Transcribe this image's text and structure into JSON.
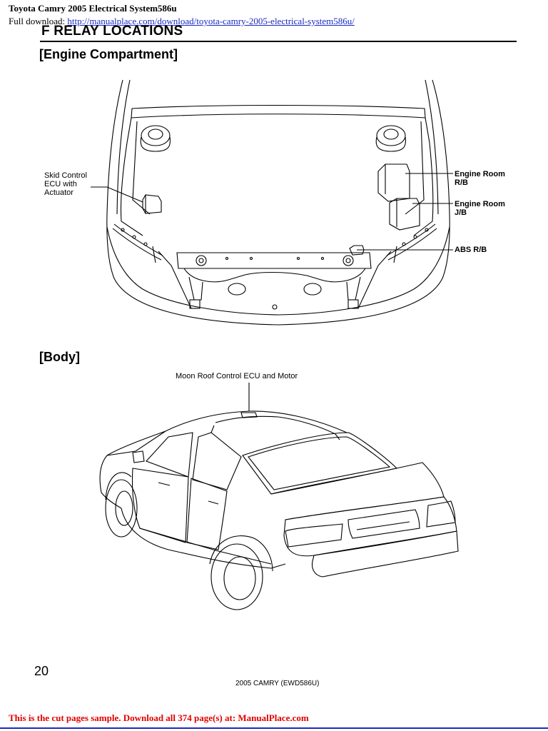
{
  "header": {
    "title": "Toyota Camry 2005 Electrical System586u",
    "download_prefix": "Full download: ",
    "download_link": "http://manualplace.com/download/toyota-camry-2005-electrical-system586u/"
  },
  "section": {
    "title": "F  RELAY LOCATIONS"
  },
  "engine_compartment": {
    "heading": "[Engine Compartment]",
    "labels": {
      "skid_control_1": "Skid Control",
      "skid_control_2": "ECU with",
      "skid_control_3": "Actuator",
      "engine_room_rb_1": "Engine Room",
      "engine_room_rb_2": "R/B",
      "engine_room_jb_1": "Engine Room",
      "engine_room_jb_2": "J/B",
      "abs_rb": "ABS R/B"
    }
  },
  "body_section": {
    "heading": "[Body]",
    "labels": {
      "moon_roof": "Moon Roof Control ECU and Motor"
    }
  },
  "footer": {
    "page_number": "20",
    "doc_code": "2005 CAMRY (EWD586U)",
    "notice": "This is the cut pages sample. Download all 374 page(s) at: ManualPlace.com"
  }
}
